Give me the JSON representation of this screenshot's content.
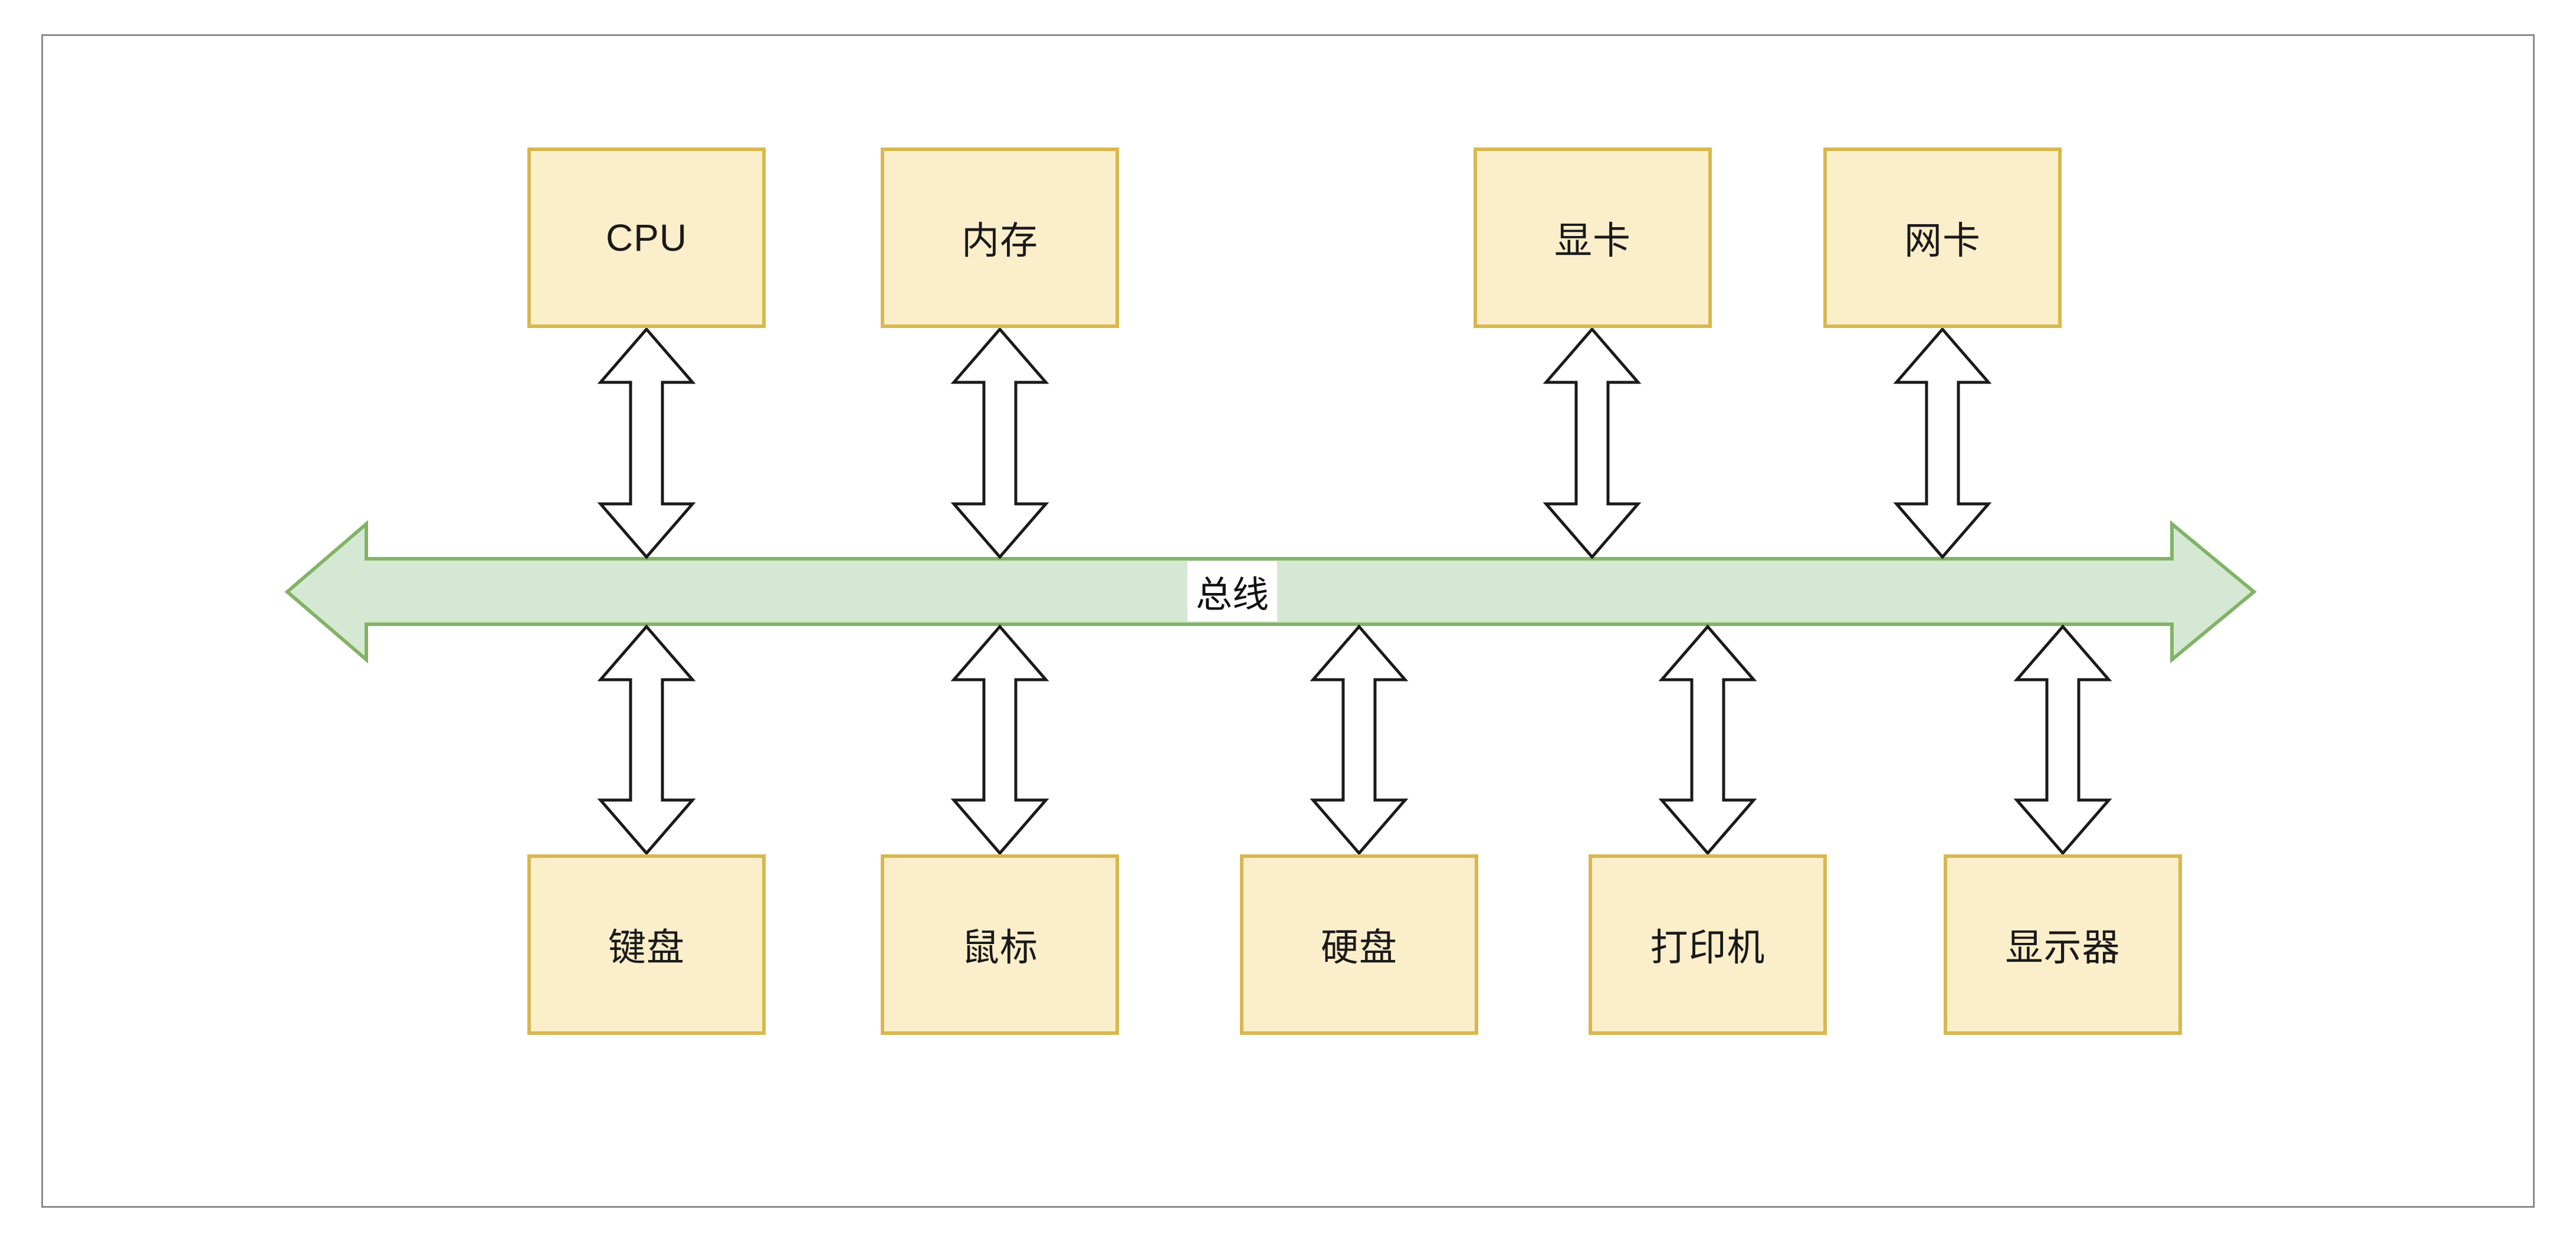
{
  "canvas": {
    "background": "#ffffff",
    "frame_border_color": "#8c8c8c"
  },
  "bus": {
    "label": "总线",
    "fill": "#d5e8d4",
    "stroke": "#82b366"
  },
  "node_style": {
    "fill": "#fbeeca",
    "stroke": "#d8b84e"
  },
  "connector_style": {
    "fill": "#ffffff",
    "stroke": "#1a1a1a"
  },
  "nodes": {
    "top": [
      {
        "label": "CPU"
      },
      {
        "label": "内存"
      },
      {
        "label": "显卡"
      },
      {
        "label": "网卡"
      }
    ],
    "bottom": [
      {
        "label": "键盘"
      },
      {
        "label": "鼠标"
      },
      {
        "label": "硬盘"
      },
      {
        "label": "打印机"
      },
      {
        "label": "显示器"
      }
    ]
  }
}
